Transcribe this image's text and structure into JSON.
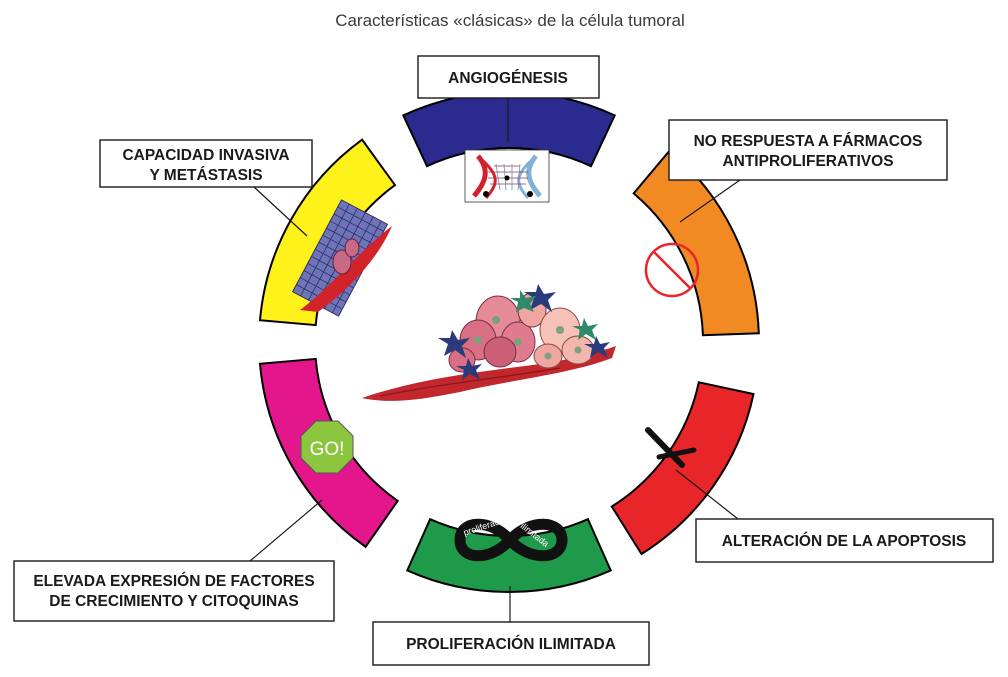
{
  "title": "Características «clásicas» de la célula tumoral",
  "labels": {
    "angiogenesis": "ANGIOGÉNESIS",
    "no_response_line1": "NO RESPUESTA A FÁRMACOS",
    "no_response_line2": "ANTIPROLIFERATIVOS",
    "apoptosis": "ALTERACIÓN DE LA APOPTOSIS",
    "proliferation": "PROLIFERACIÓN ILIMITADA",
    "growth_factors_line1": "ELEVADA EXPRESIÓN DE FACTORES",
    "growth_factors_line2": "DE CRECIMIENTO Y CITOQUINAS",
    "invasive_line1": "CAPACIDAD INVASIVA",
    "invasive_line2": "Y METÁSTASIS"
  },
  "icons": {
    "go_sign_text": "GO!",
    "infinity_text_1": "proliferación",
    "infinity_text_2": "ilimitada",
    "go_sign_icon": "octagon-go-icon",
    "no_symbol_icon": "prohibited-icon",
    "cross_icon": "tilted-cross-icon",
    "infinity_icon": "infinity-icon",
    "vessel_icon": "blood-vessel-icon",
    "matrix_icon": "extracellular-matrix-icon",
    "tumor_icon": "tumor-cells-icon"
  },
  "colors": {
    "angiogenesis": "#2b2a8f",
    "no_response": "#f28a24",
    "apoptosis": "#e8262a",
    "proliferation": "#1f9a4a",
    "growth_factors": "#e3168c",
    "invasive": "#fff21a",
    "go_sign": "#8cc63f"
  }
}
